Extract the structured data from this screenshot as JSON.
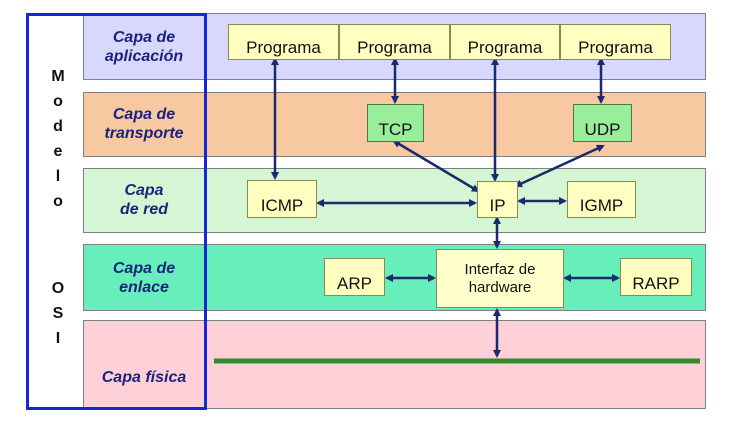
{
  "layers": {
    "aplicacion": {
      "label": "Capa de aplicación",
      "color": "#d8d8ff"
    },
    "transporte": {
      "label": "Capa de transporte",
      "color": "#f8c8a0"
    },
    "red": {
      "label": "Capa de red",
      "color": "#d4f6d4"
    },
    "enlace": {
      "label": "Capa de enlace",
      "color": "#66eebb"
    },
    "fisica": {
      "label": "Capa física",
      "color": "#ffd0d8"
    }
  },
  "osi_letters": [
    "M",
    "o",
    "d",
    "e",
    "l",
    "o",
    "O",
    "S",
    "I"
  ],
  "boxes": {
    "programa1": "Programa",
    "programa2": "Programa",
    "programa3": "Programa",
    "programa4": "Programa",
    "tcp": "TCP",
    "udp": "UDP",
    "icmp": "ICMP",
    "ip": "IP",
    "igmp": "IGMP",
    "arp": "ARP",
    "interfaz": "Interfaz de hardware",
    "rarp": "RARP"
  },
  "colors": {
    "arrow": "#1a2a6e",
    "medium_line": "#2e8b2e",
    "osi_border": "#1428d8"
  }
}
